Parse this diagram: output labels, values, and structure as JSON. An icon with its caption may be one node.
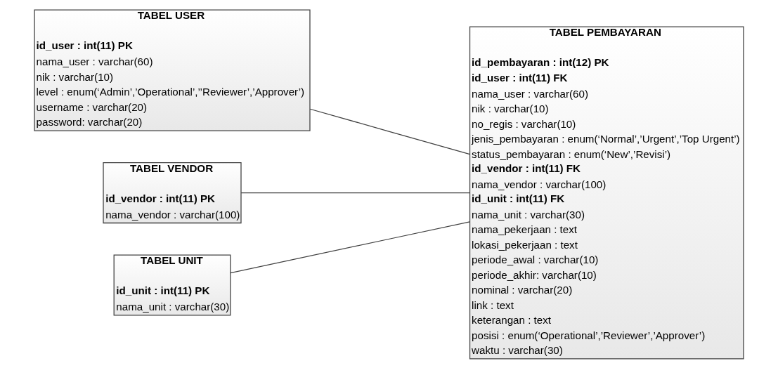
{
  "diagram": {
    "nodes": [
      {
        "text": [
          "TABEL USER",
          "**id_user : int(11) PK**",
          "nama_user : varchar(60)",
          "nik : varchar(10)",
          "level : enum(‘Admin’,’Operational’,’’Reviewer’,’Approver’)",
          "username : varchar(20)",
          "password: varchar(20)"
        ]
      },
      {
        "text": [
          "TABEL VENDOR",
          "**id_vendor : int(11) PK**",
          "nama_vendor : varchar(100)"
        ]
      },
      {
        "text": [
          "TABEL UNIT",
          "**id_unit : int(11) PK**",
          "nama_unit : varchar(30)"
        ]
      },
      {
        "text": [
          "TABEL PEMBAYARAN",
          "**id_pembayaran : int(12) PK**",
          "**id_user : int(11) FK**",
          "nama_user : varchar(60)",
          "nik : varchar(10)",
          "no_regis : varchar(10)",
          "jenis_pembayaran : enum(‘Normal’,’Urgent’,’Top Urgent’)",
          "status_pembayaran : enum(‘New’,’Revisi’)",
          "**id_vendor : int(11) FK**",
          "nama_vendor : varchar(100)",
          "**id_unit : int(11) FK**",
          "nama_unit : varchar(30)",
          "nama_pekerjaan : text",
          "lokasi_pekerjaan : text",
          "periode_awal : varchar(10)",
          "periode_akhir: varchar(10)",
          "nominal : varchar(20)",
          "link : text",
          "keterangan : text",
          "posisi : enum(‘Operational’,’Reviewer’,’Approver’)",
          "waktu : varchar(30)"
        ]
      }
    ],
    "edges": [
      {
        "from": 0,
        "to": 3,
        "arrow": "none"
      },
      {
        "from": 1,
        "to": 3,
        "arrow": "none"
      },
      {
        "from": 2,
        "to": 3,
        "arrow": "none"
      }
    ]
  }
}
